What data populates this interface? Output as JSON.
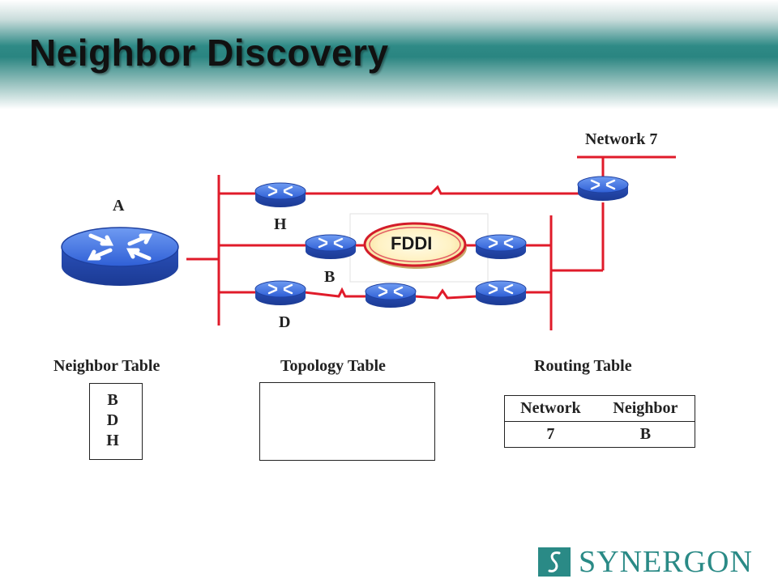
{
  "title": "Neighbor Discovery",
  "diagram": {
    "network7_label": "Network 7",
    "fddi_label": "FDDI",
    "router_labels": {
      "a": "A",
      "h": "H",
      "b": "B",
      "d": "D"
    }
  },
  "tables": {
    "neighbor": {
      "title": "Neighbor Table",
      "items": [
        "B",
        "D",
        "H"
      ]
    },
    "topology": {
      "title": "Topology Table"
    },
    "routing": {
      "title": "Routing Table",
      "columns": [
        "Network",
        "Neighbor"
      ],
      "rows": [
        [
          "7",
          "B"
        ]
      ]
    }
  },
  "logo": {
    "text": "SYNERGON"
  },
  "colors": {
    "accent": "#2a8a86",
    "link": "#e01b2a",
    "router": "#3b6fe0"
  }
}
